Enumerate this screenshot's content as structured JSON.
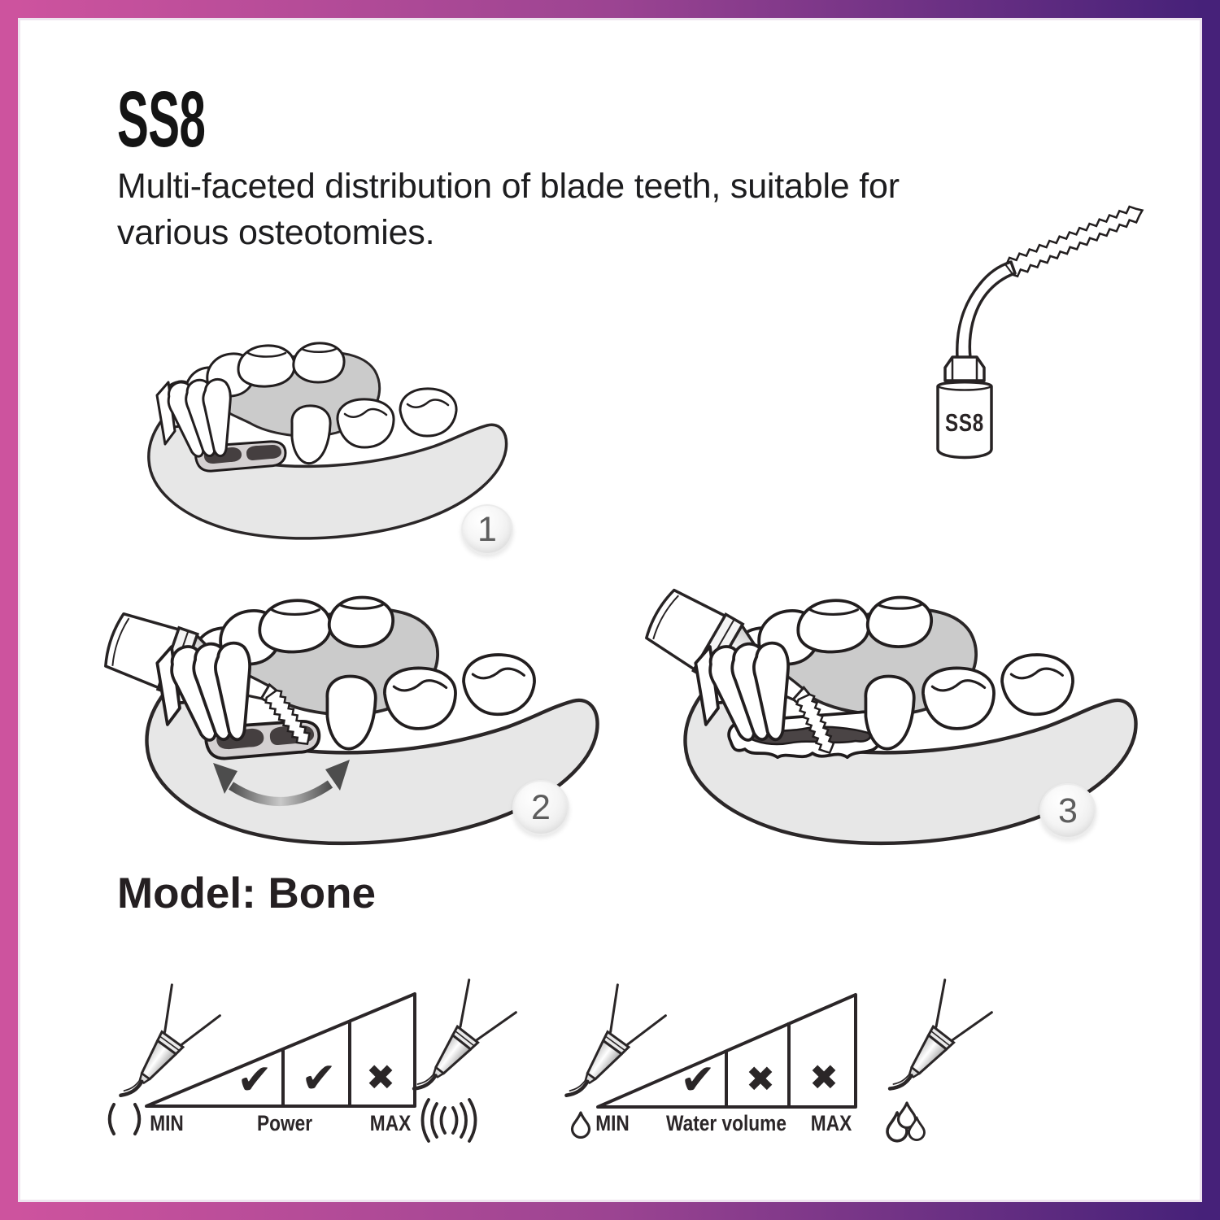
{
  "frame": {
    "gradient_left": "#cd539e",
    "gradient_mid": "#9c4492",
    "gradient_right": "#462179"
  },
  "header": {
    "title": "SS8",
    "subtitle_line1": "Multi-faceted distribution of blade teeth, suitable for",
    "subtitle_line2": "various osteotomies."
  },
  "tip_figure": {
    "label": "SS8",
    "icon": "serrated-bone-saw-tip-icon"
  },
  "steps": [
    {
      "number": "1"
    },
    {
      "number": "2"
    },
    {
      "number": "3"
    }
  ],
  "model_line": "Model: Bone",
  "indicators": [
    {
      "id": "power",
      "label": "Power",
      "min_label": "MIN",
      "max_label": "MAX",
      "left_icon": "scaler-tip-low-vibration-icon",
      "right_icon": "scaler-tip-high-vibration-icon",
      "cells": [
        {
          "symbol": "✔",
          "meaning": "allowed"
        },
        {
          "symbol": "✔",
          "meaning": "allowed"
        },
        {
          "symbol": "✖",
          "meaning": "not-allowed"
        }
      ]
    },
    {
      "id": "water",
      "label": "Water volume",
      "min_label": "MIN",
      "max_label": "MAX",
      "left_icon": "scaler-tip-single-drop-icon",
      "right_icon": "scaler-tip-many-drops-icon",
      "cells": [
        {
          "symbol": "✔",
          "meaning": "allowed"
        },
        {
          "symbol": "✖",
          "meaning": "not-allowed"
        },
        {
          "symbol": "✖",
          "meaning": "not-allowed"
        }
      ]
    }
  ]
}
